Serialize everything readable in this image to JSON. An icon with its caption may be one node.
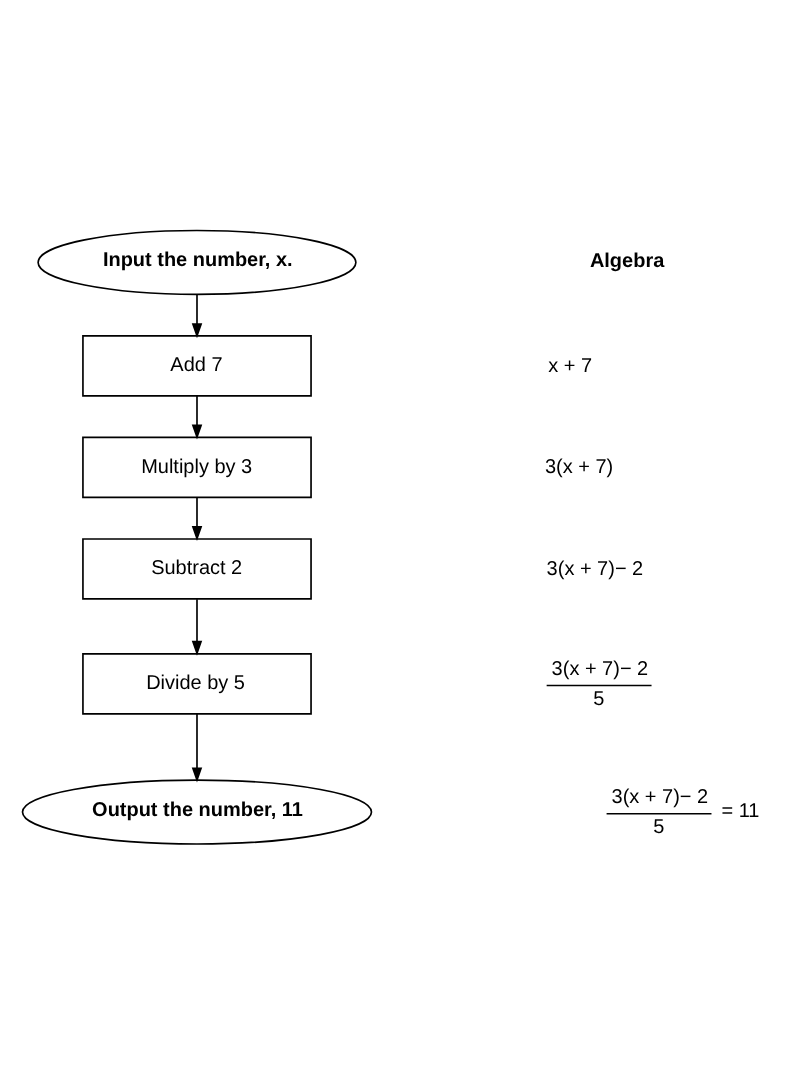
{
  "diagram": {
    "nodes": [
      {
        "text": [
          "Input the number, x."
        ]
      },
      {
        "text": [
          "Add 7"
        ]
      },
      {
        "text": [
          "Multiply by 3"
        ]
      },
      {
        "text": [
          "Subtract 2"
        ]
      },
      {
        "text": [
          "Divide by 5"
        ]
      },
      {
        "text": [
          "Output the number, 11"
        ]
      }
    ],
    "edges": [
      {
        "from": 0,
        "to": 1,
        "arrow": "to"
      },
      {
        "from": 1,
        "to": 2,
        "arrow": "to"
      },
      {
        "from": 2,
        "to": 3,
        "arrow": "to"
      },
      {
        "from": 3,
        "to": 4,
        "arrow": "to"
      },
      {
        "from": 4,
        "to": 5,
        "arrow": "to"
      }
    ],
    "labels": [
      "Algebra",
      "x + 7",
      "3(x + 7)",
      "3(x + 7)− 2",
      "3(x + 7)− 2",
      "5",
      "3(x + 7)− 2",
      "5",
      "= 11"
    ]
  }
}
